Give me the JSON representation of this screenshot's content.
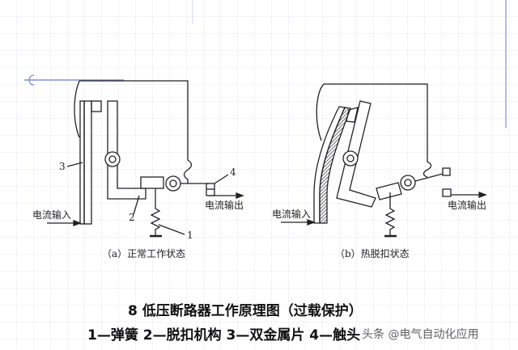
{
  "diagram_a": {
    "caption": "（a）正常工作状态",
    "input_label": "电流输入",
    "output_label": "电流输出",
    "labels": [
      "1",
      "2",
      "3",
      "4"
    ]
  },
  "diagram_b": {
    "caption": "（b）热脱扣状态",
    "input_label": "电流输入",
    "output_label": "电流输出"
  },
  "title": "8  低压断路器工作原理图（过载保护）",
  "legend": "1—弹簧  2—脱扣机构  3—双金属片  4—触头",
  "watermark": "头条 @电气自动化应用",
  "colors": {
    "line": "#222222",
    "grid": "#dfe6f2",
    "accent": "#7f8fd6"
  }
}
